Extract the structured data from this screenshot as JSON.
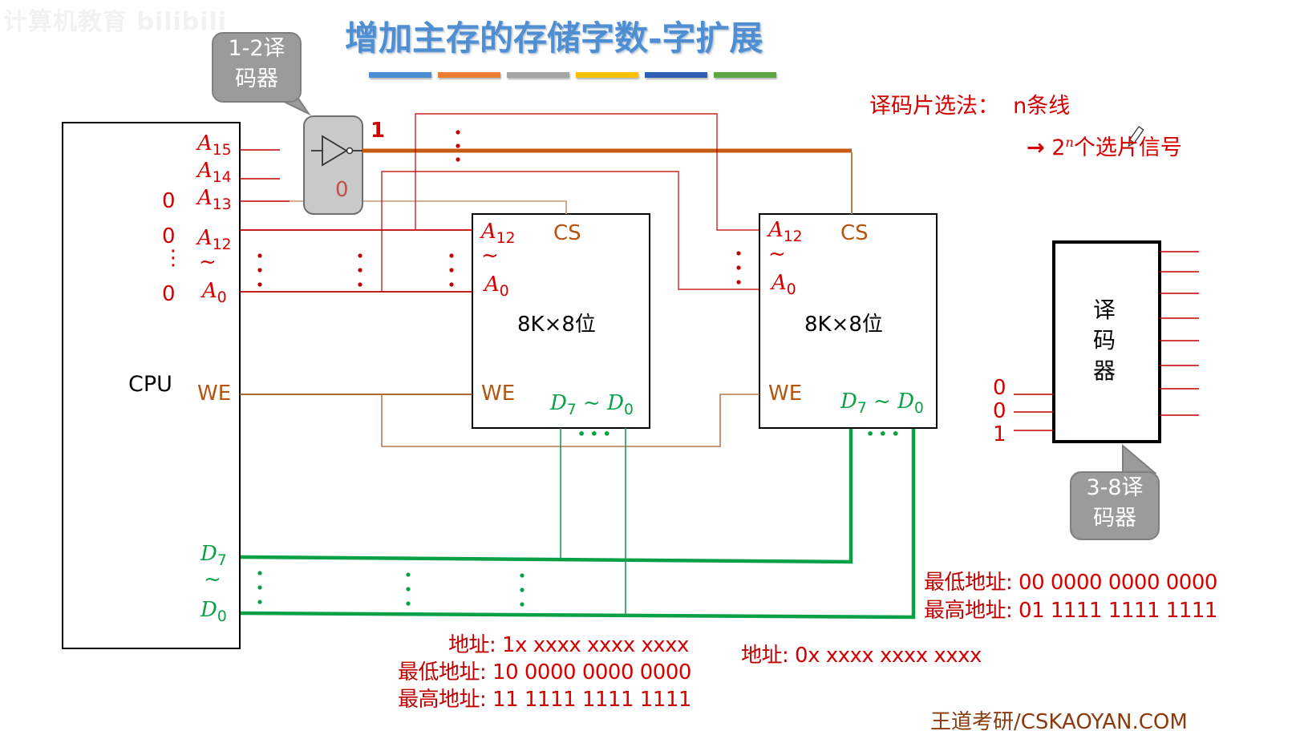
{
  "watermark": "计算机教育 bilibili",
  "title": "增加主存的存储字数-字扩展",
  "title_bar_colors": [
    "#4a8fd3",
    "#ed7d31",
    "#a5a5a5",
    "#ffc000",
    "#2f5fb4",
    "#5da742"
  ],
  "colors": {
    "address_red": "#c00000",
    "control_brown": "#c55a11",
    "data_green": "#00a84f",
    "text_red": "#e00000",
    "callout_gray": "#9b9b9b"
  },
  "callout_1_2": {
    "line1": "1-2译",
    "line2": "码器"
  },
  "callout_3_8": {
    "line1": "3-8译",
    "line2": "码器"
  },
  "cpu": {
    "label": "CPU",
    "pins": {
      "a15": "A",
      "a15_sub": "15",
      "a14": "A",
      "a14_sub": "14",
      "a13": "A",
      "a13_sub": "13",
      "a12": "A",
      "a12_sub": "12",
      "a_tilde": "~",
      "a0": "A",
      "a0_sub": "0",
      "we": "WE",
      "d7": "D",
      "d7_sub": "7",
      "d_tilde": "~",
      "d0": "D",
      "d0_sub": "0"
    },
    "bit_values": {
      "a13": "0",
      "a12": "0",
      "dots": "⋮",
      "a0": "0"
    }
  },
  "decoder_1_2": {
    "out_1": "1",
    "out_0": "0"
  },
  "chips": [
    {
      "a12": "A",
      "a12_sub": "12",
      "tilde": "~",
      "a0": "A",
      "a0_sub": "0",
      "cs": "CS",
      "capacity": "8K×8位",
      "we": "WE",
      "d7": "D",
      "d7_sub": "7",
      "dtilde": "~",
      "d0": "D",
      "d0_sub": "0",
      "dots": "• • •"
    },
    {
      "a12": "A",
      "a12_sub": "12",
      "tilde": "~",
      "a0": "A",
      "a0_sub": "0",
      "cs": "CS",
      "capacity": "8K×8位",
      "we": "WE",
      "d7": "D",
      "d7_sub": "7",
      "dtilde": "~",
      "d0": "D",
      "d0_sub": "0",
      "dots": "• • •"
    }
  ],
  "notes": {
    "line1_label": "译码片选法：",
    "line1_value": "n条线",
    "line2_arrow": "→",
    "line2_base": "2",
    "line2_exp": "n",
    "line2_rest": "个选片信号"
  },
  "decoder_3_8": {
    "label_chars": [
      "译",
      "码",
      "器"
    ],
    "inputs": [
      "0",
      "0",
      "1"
    ],
    "output_count": 8
  },
  "chip1_address": {
    "addr_label": "地址: ",
    "addr_value": "1x xxxx xxxx xxxx",
    "low_label": "最低地址: ",
    "low_value": "10 0000 0000 0000",
    "high_label": "最高地址: ",
    "high_value": "11 1111 1111 1111"
  },
  "chip2_address": {
    "addr_label": "地址: ",
    "addr_value": "0x xxxx xxxx xxxx",
    "low_label": "最低地址: ",
    "low_value": "00 0000 0000 0000",
    "high_label": "最高地址: ",
    "high_value": "01 1111 1111 1111"
  },
  "footer": "王道考研/CSKAOYAN.COM"
}
